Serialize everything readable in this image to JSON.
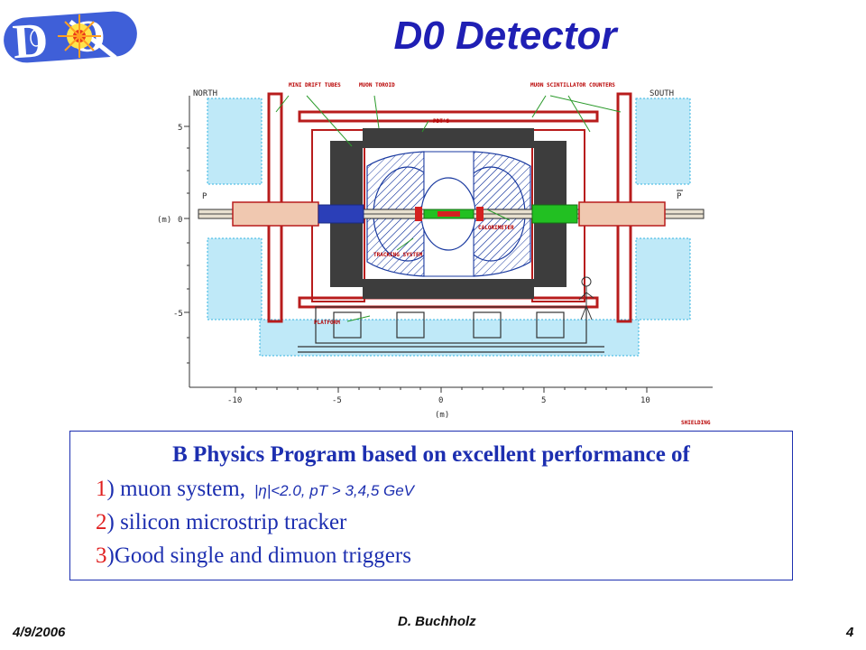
{
  "slide": {
    "title": "D0 Detector",
    "logo_icon": "d0-collaboration-logo"
  },
  "figure": {
    "north_label": "NORTH",
    "south_label": "SOUTH",
    "p_label": "P",
    "pbar_label": "P",
    "y_unit_label": "(m)",
    "y_zero": "0",
    "y_ticks": [
      "5",
      "-5"
    ],
    "x_ticks": [
      "-10",
      "-5",
      "0",
      "5",
      "10"
    ],
    "x_unit_label": "(m)",
    "callouts": {
      "mini_drift": "MINI DRIFT TUBES",
      "muon_toroid": "MUON TOROID",
      "muon_scint": "MUON SCINTILLATOR COUNTERS",
      "pdt": "PDT'S",
      "calorimeter": "CALORIMETER",
      "tracking": "TRACKING SYSTEM",
      "platform": "PLATFORM"
    },
    "stamp": "SHIELDING"
  },
  "info": {
    "heading": "B Physics Program based on excellent performance of",
    "items": [
      {
        "num": "1",
        "text": ") muon system,",
        "note": "|η|<2.0, pT > 3,4,5 GeV"
      },
      {
        "num": "2",
        "text": ") silicon microstrip tracker",
        "note": ""
      },
      {
        "num": "3",
        "text": ")Good single and dimuon triggers",
        "note": ""
      }
    ]
  },
  "footer": {
    "date": "4/9/2006",
    "author": "D. Buchholz",
    "page": "4"
  },
  "colors": {
    "title": "#1f1fb4",
    "text_blue": "#1d2fb0",
    "number_red": "#e02020",
    "drawing_blue": "#1a3aa0",
    "drawing_red": "#d42020",
    "shield_cyan": "#36b4e0",
    "tracker_green": "#20c020"
  }
}
